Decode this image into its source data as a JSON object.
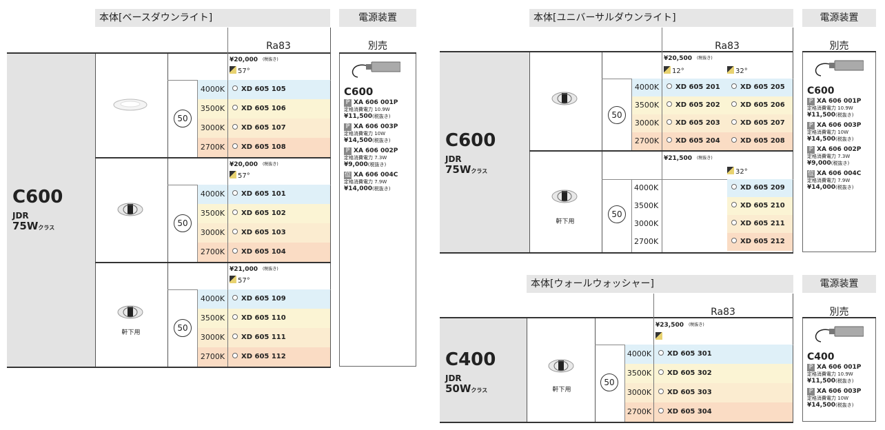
{
  "left": {
    "header": "本体[ベースダウンライト]",
    "power_header": "電源装置",
    "ra": "Ra83",
    "sold_sep": "別売",
    "model": "C600",
    "jdr": "JDR",
    "watt": "75W",
    "watt_suffix": "クラス",
    "blocks": [
      {
        "price": "¥20,000",
        "tax": "(税抜き)",
        "beam": "57°",
        "circle": "50",
        "note": "",
        "rows": [
          "XD 605 105",
          "XD 605 106",
          "XD 605 107",
          "XD 605 108"
        ]
      },
      {
        "price": "¥20,000",
        "tax": "(税抜き)",
        "beam": "57°",
        "circle": "50",
        "note": "",
        "rows": [
          "XD 605 101",
          "XD 605 102",
          "XD 605 103",
          "XD 605 104"
        ]
      },
      {
        "price": "¥21,000",
        "tax": "(税抜き)",
        "beam": "57°",
        "circle": "50",
        "note": "軒下用",
        "rows": [
          "XD 605 109",
          "XD 605 110",
          "XD 605 111",
          "XD 605 112"
        ]
      }
    ],
    "kelvins": [
      "4000K",
      "3500K",
      "3000K",
      "2700K"
    ],
    "power": {
      "model": "C600",
      "items": [
        {
          "icon": "P",
          "code": "XA 606 001P",
          "desc": "定格消費電力 10.9W",
          "price": "¥11,500",
          "tax": "(税抜き)"
        },
        {
          "icon": "P",
          "code": "XA 606 003P",
          "desc": "定格消費電力 10W",
          "price": "¥14,500",
          "tax": "(税抜き)"
        },
        {
          "icon": "P",
          "code": "XA 606 002P",
          "desc": "定格消費電力 7.3W",
          "price": "¥9,000",
          "tax": "(税抜き)"
        },
        {
          "icon": "位",
          "code": "XA 606 004C",
          "desc": "定格消費電力 7.9W",
          "price": "¥14,000",
          "tax": "(税抜き)"
        }
      ]
    }
  },
  "right_top": {
    "header": "本体[ユニバーサルダウンライト]",
    "power_header": "電源装置",
    "ra": "Ra83",
    "sold_sep": "別売",
    "model": "C600",
    "jdr": "JDR",
    "watt": "75W",
    "watt_suffix": "クラス",
    "b1": {
      "price": "¥20,500",
      "tax": "(税抜き)",
      "beam1": "12°",
      "beam2": "32°",
      "circle": "50",
      "rows": [
        [
          "XD 605 201",
          "XD 605 205"
        ],
        [
          "XD 605 202",
          "XD 605 206"
        ],
        [
          "XD 605 203",
          "XD 605 207"
        ],
        [
          "XD 605 204",
          "XD 605 208"
        ]
      ]
    },
    "b2": {
      "price": "¥21,500",
      "tax": "(税抜き)",
      "beam2": "32°",
      "circle": "50",
      "note": "軒下用",
      "rows": [
        "XD 605 209",
        "XD 605 210",
        "XD 605 211",
        "XD 605 212"
      ]
    },
    "kelvins": [
      "4000K",
      "3500K",
      "3000K",
      "2700K"
    ],
    "power": {
      "model": "C600",
      "items": [
        {
          "icon": "P",
          "code": "XA 606 001P",
          "desc": "定格消費電力 10.9W",
          "price": "¥11,500",
          "tax": "(税抜き)"
        },
        {
          "icon": "P",
          "code": "XA 606 003P",
          "desc": "定格消費電力 10W",
          "price": "¥14,500",
          "tax": "(税抜き)"
        },
        {
          "icon": "P",
          "code": "XA 606 002P",
          "desc": "定格消費電力 7.3W",
          "price": "¥9,000",
          "tax": "(税抜き)"
        },
        {
          "icon": "位",
          "code": "XA 606 004C",
          "desc": "定格消費電力 7.9W",
          "price": "¥14,000",
          "tax": "(税抜き)"
        }
      ]
    }
  },
  "right_bottom": {
    "header": "本体[ウォールウォッシャー]",
    "power_header": "電源装置",
    "ra": "Ra83",
    "sold_sep": "別売",
    "model": "C400",
    "jdr": "JDR",
    "watt": "50W",
    "watt_suffix": "クラス",
    "price": "¥23,500",
    "tax": "(税抜き)",
    "circle": "50",
    "note": "軒下用",
    "rows": [
      "XD 605 301",
      "XD 605 302",
      "XD 605 303",
      "XD 605 304"
    ],
    "kelvins": [
      "4000K",
      "3500K",
      "3000K",
      "2700K"
    ],
    "power": {
      "model": "C400",
      "items": [
        {
          "icon": "P",
          "code": "XA 606 001P",
          "desc": "定格消費電力 10.9W",
          "price": "¥11,500",
          "tax": "(税抜き)"
        },
        {
          "icon": "P",
          "code": "XA 606 003P",
          "desc": "定格消費電力 10W",
          "price": "¥14,500",
          "tax": "(税抜き)"
        }
      ]
    }
  }
}
